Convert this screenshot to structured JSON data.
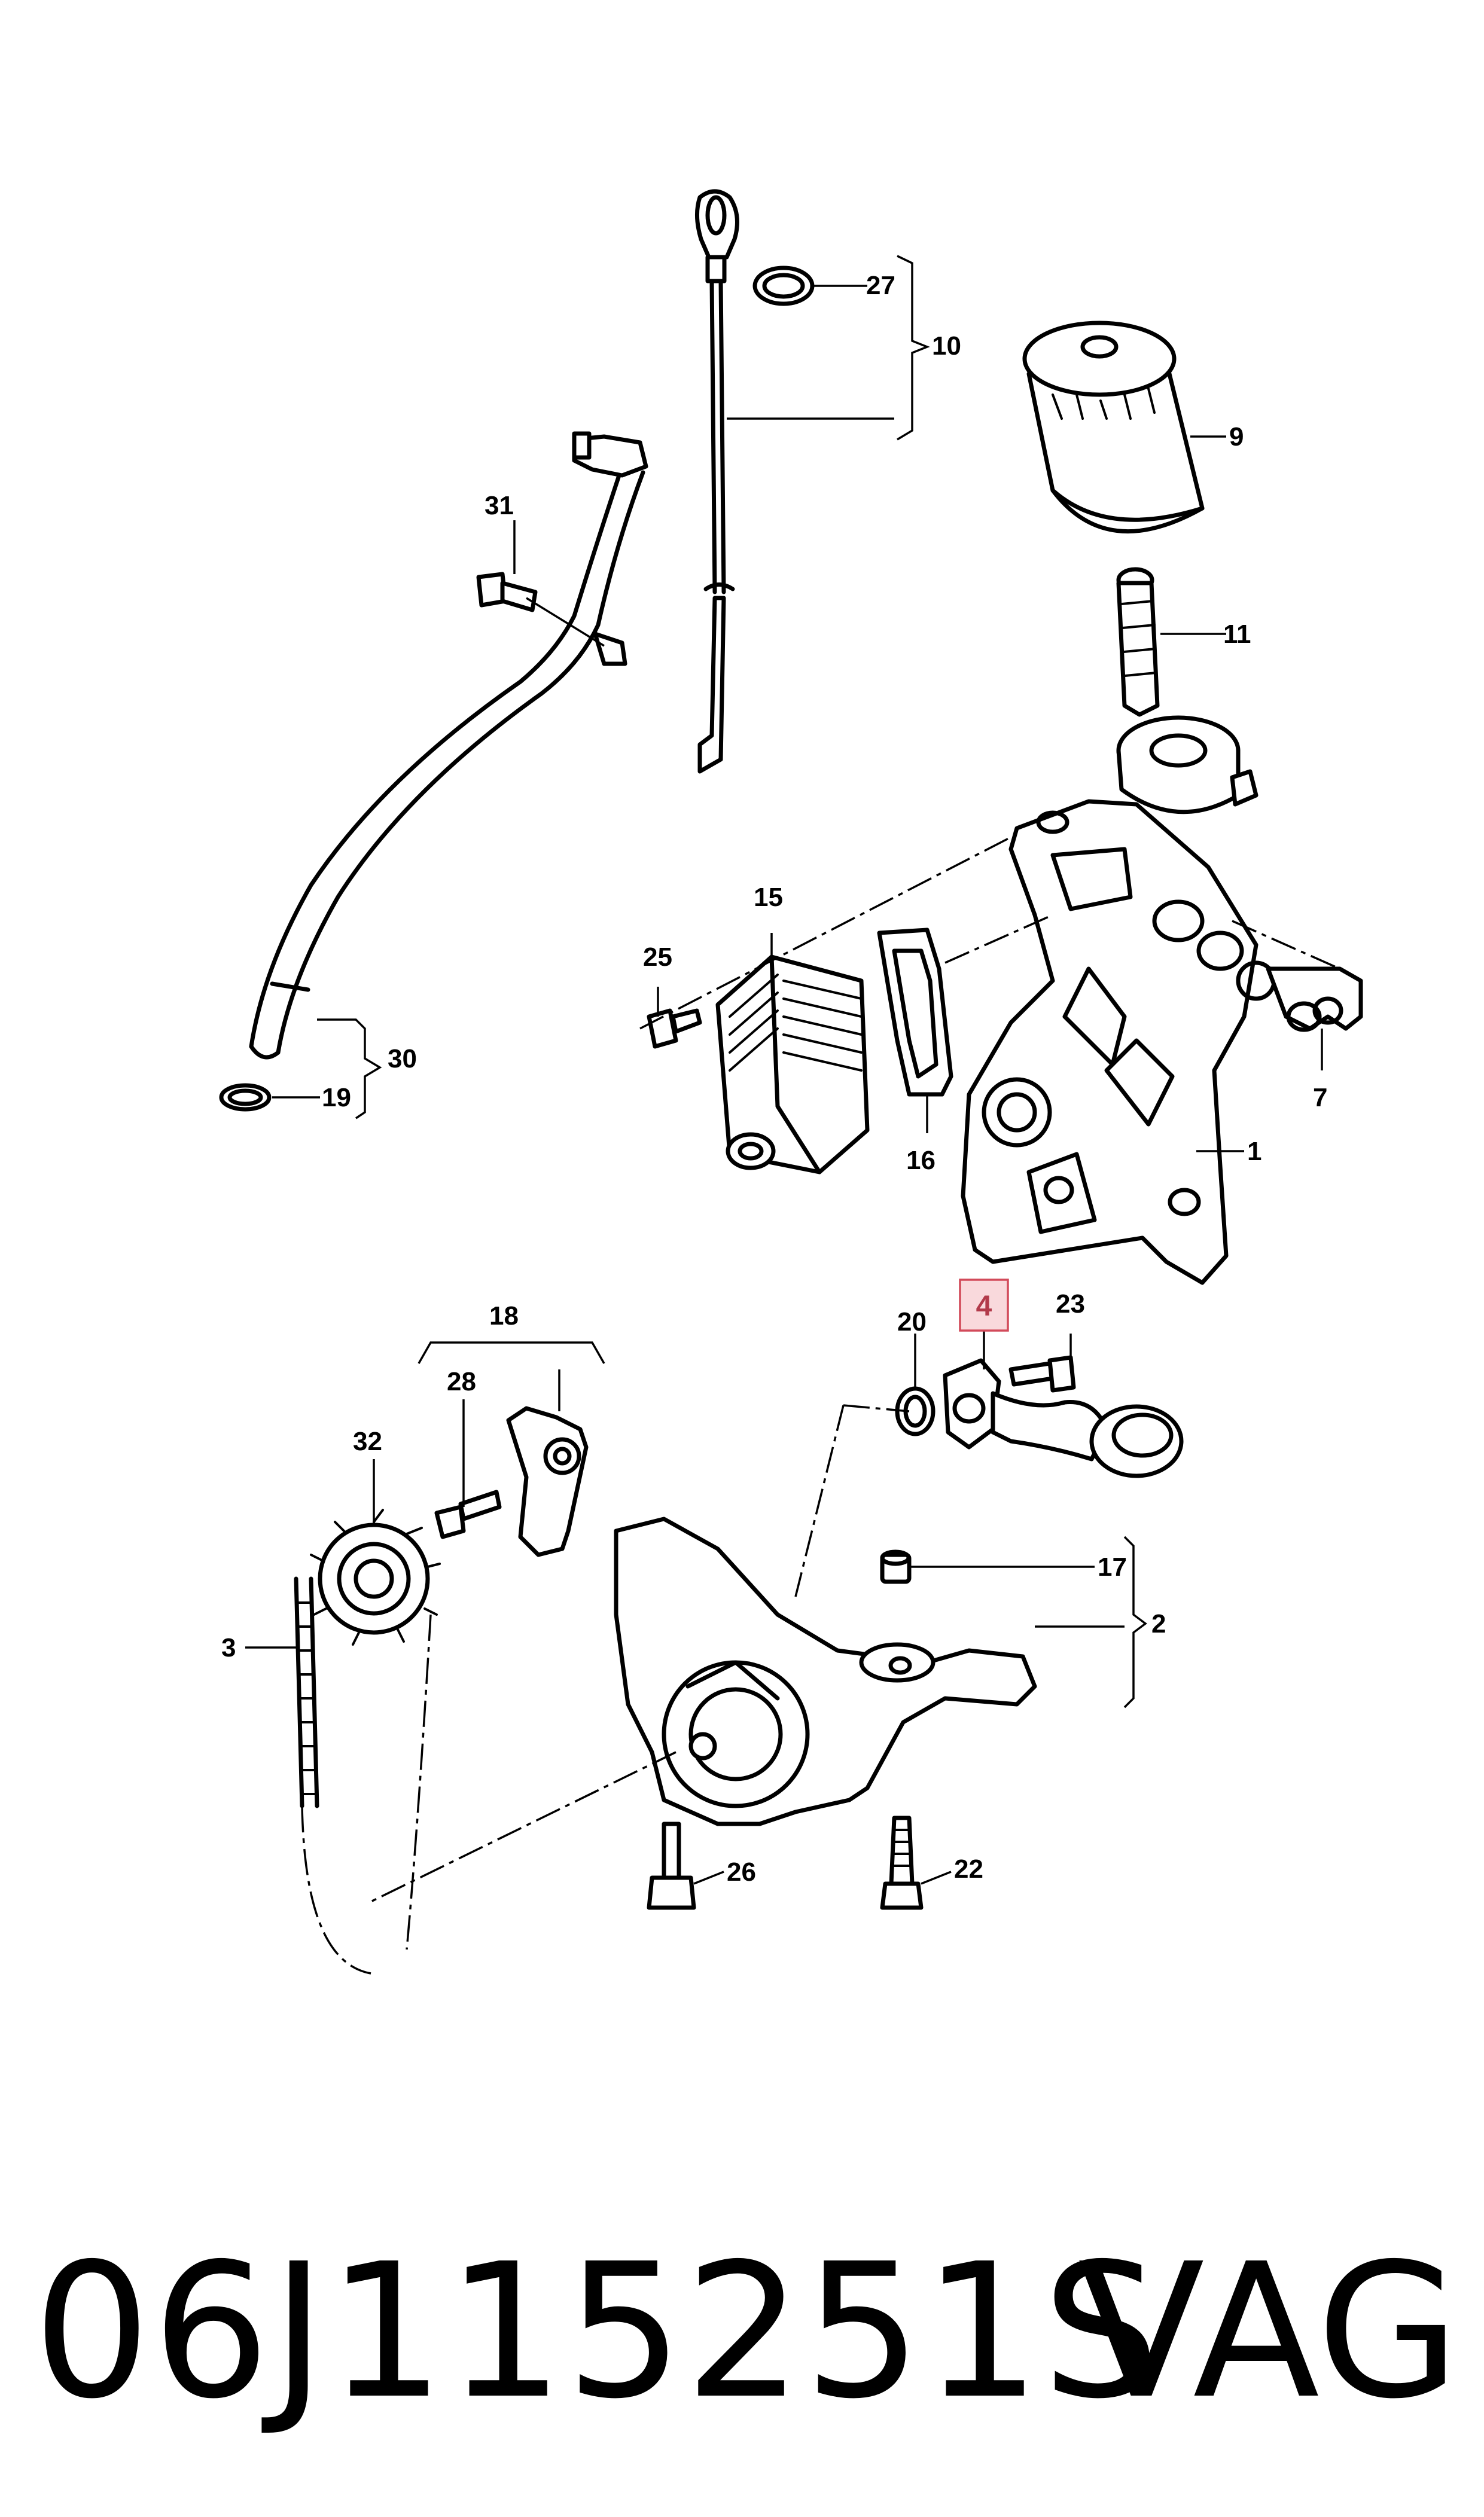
{
  "diagram": {
    "callouts": {
      "c1": "1",
      "c2": "2",
      "c3": "3",
      "c4": "4",
      "c7": "7",
      "c9": "9",
      "c10": "10",
      "c11": "11",
      "c15": "15",
      "c16": "16",
      "c17": "17",
      "c18": "18",
      "c19": "19",
      "c20": "20",
      "c22": "22",
      "c23": "23",
      "c25": "25",
      "c26": "26",
      "c27": "27",
      "c28": "28",
      "c30": "30",
      "c31": "31",
      "c32": "32"
    },
    "highlighted_callout": "4",
    "highlight_color": "#f9d9dc",
    "highlight_border_color": "#d24a5a"
  },
  "footer": {
    "part_number": "06J115251S",
    "brand": "VAG"
  }
}
